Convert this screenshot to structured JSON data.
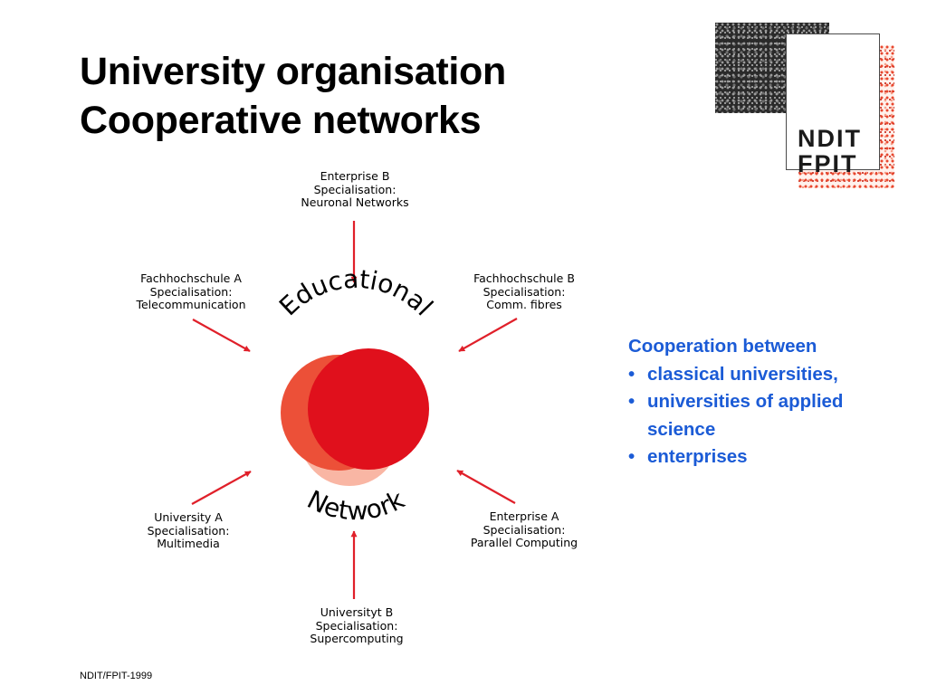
{
  "title": {
    "line1": "University organisation",
    "line2": "Cooperative networks"
  },
  "logo": {
    "line1": "NDIT",
    "line2": "FPIT"
  },
  "diagram": {
    "center_top_word": "Educational",
    "center_bottom_word": "Network",
    "nodes": {
      "enterprise_b": {
        "name": "Enterprise B",
        "label": "Specialisation:",
        "field": "Neuronal Networks"
      },
      "fachhochschule_a": {
        "name": "Fachhochschule A",
        "label": "Specialisation:",
        "field": "Telecommunication"
      },
      "fachhochschule_b": {
        "name": "Fachhochschule B",
        "label": "Specialisation:",
        "field": "Comm. fibres"
      },
      "university_a": {
        "name": "University A",
        "label": "Specialisation:",
        "field": "Multimedia"
      },
      "enterprise_a": {
        "name": "Enterprise A",
        "label": "Specialisation:",
        "field": "Parallel Computing"
      },
      "university_b": {
        "name": "Universityt B",
        "label": "Specialisation:",
        "field": "Supercomputing"
      }
    },
    "colors": {
      "arrow": "#e0202a",
      "circle_main": "#e0101c",
      "circle_left": "#ec5038",
      "circle_back": "#f9b6a4"
    }
  },
  "cooperation": {
    "heading": "Cooperation between",
    "bullet": "•",
    "items": [
      "classical universities,",
      "universities of applied science",
      "enterprises"
    ],
    "color": "#1b5bd6"
  },
  "footer": "NDIT/FPIT-1999"
}
